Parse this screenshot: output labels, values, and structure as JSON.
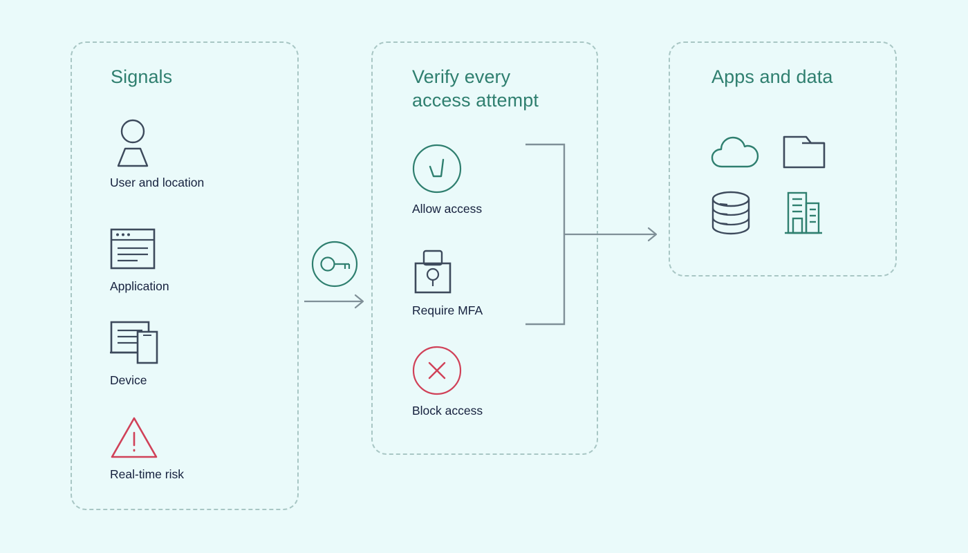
{
  "theme": {
    "background": "#eafafa",
    "panel_border": "#a8c6c4",
    "title_color": "#2f7f6f",
    "label_color": "#16213e",
    "teal_icon": "#2f7f6f",
    "navy_icon": "#3d4a5c",
    "red_icon": "#d04158",
    "connector_color": "#7f8f97"
  },
  "panels": {
    "signals": {
      "title": "Signals",
      "items": [
        {
          "label": "User and location",
          "icon": "user-location-icon"
        },
        {
          "label": "Application",
          "icon": "application-window-icon"
        },
        {
          "label": "Device",
          "icon": "device-monitor-phone-icon"
        },
        {
          "label": "Real-time risk",
          "icon": "warning-triangle-icon"
        }
      ]
    },
    "verify": {
      "title": "Verify every\naccess attempt",
      "items": [
        {
          "label": "Allow access",
          "icon": "check-circle-icon"
        },
        {
          "label": "Require MFA",
          "icon": "padlock-icon"
        },
        {
          "label": "Block access",
          "icon": "x-circle-icon"
        }
      ]
    },
    "apps": {
      "title": "Apps and data",
      "items": [
        {
          "name": "cloud-icon"
        },
        {
          "name": "folder-icon"
        },
        {
          "name": "database-icon"
        },
        {
          "name": "building-icon"
        }
      ]
    }
  },
  "connectors": {
    "signals_to_verify": "arrow-right",
    "gatekeeper": "key-circle-icon",
    "verify_to_apps": "bracket-arrow-right"
  }
}
